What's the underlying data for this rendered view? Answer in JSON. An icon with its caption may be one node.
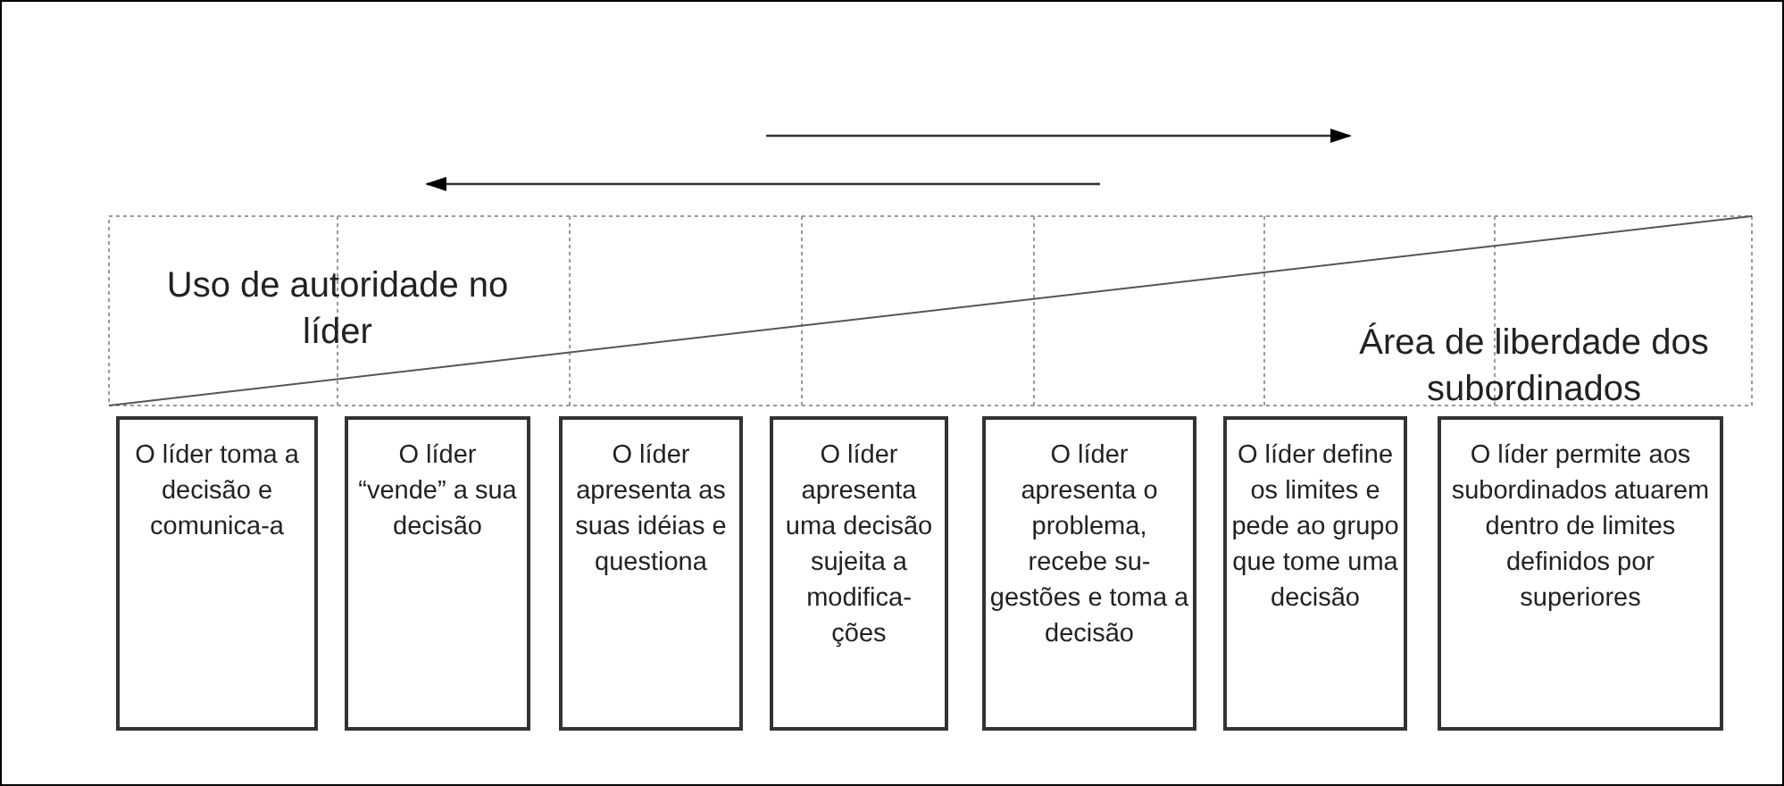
{
  "diagram": {
    "nodes": [
      {
        "text": [
          "O líder toma a decisão e comunica-a"
        ]
      },
      {
        "text": [
          "O líder “vende” a sua decisão"
        ]
      },
      {
        "text": [
          "O líder apresenta as suas idéias e questiona"
        ]
      },
      {
        "text": [
          "O líder apresenta uma decisão sujeita a modifica- ções"
        ]
      },
      {
        "text": [
          "O líder apresenta o problema, recebe su- gestões e toma a decisão"
        ]
      },
      {
        "text": [
          "O líder define os limites e pede ao grupo que tome uma decisão"
        ]
      },
      {
        "text": [
          "O líder permite aos subordinados atuarem dentro de limites definidos por superiores"
        ]
      }
    ],
    "labels": [
      "Uso de autoridade no líder",
      "Área de liberdade dos subordinados"
    ]
  }
}
